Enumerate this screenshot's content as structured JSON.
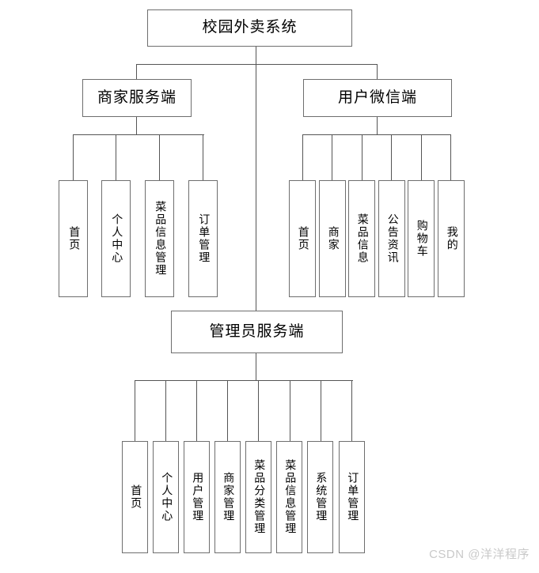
{
  "diagram": {
    "title": "校园外卖系统",
    "type": "functional-structure-tree",
    "root": {
      "label": "校园外卖系统"
    },
    "branches": [
      {
        "id": "merchant",
        "label": "商家服务端",
        "children": [
          {
            "label": "首页"
          },
          {
            "label": "个人中心"
          },
          {
            "label": "菜品信息管理"
          },
          {
            "label": "订单管理"
          }
        ]
      },
      {
        "id": "wechat",
        "label": "用户微信端",
        "children": [
          {
            "label": "首页"
          },
          {
            "label": "商家"
          },
          {
            "label": "菜品信息"
          },
          {
            "label": "公告资讯"
          },
          {
            "label": "购物车"
          },
          {
            "label": "我的"
          }
        ]
      },
      {
        "id": "admin",
        "label": "管理员服务端",
        "children": [
          {
            "label": "首页"
          },
          {
            "label": "个人中心"
          },
          {
            "label": "用户管理"
          },
          {
            "label": "商家管理"
          },
          {
            "label": "菜品分类管理"
          },
          {
            "label": "菜品信息管理"
          },
          {
            "label": "系统管理"
          },
          {
            "label": "订单管理"
          }
        ]
      }
    ]
  },
  "watermark": {
    "text": "CSDN @洋洋程序"
  },
  "colors": {
    "box_border": "#6e6e6e",
    "connector": "#555555",
    "background": "#ffffff",
    "text": "#000000",
    "watermark": "#c9c9c9"
  }
}
